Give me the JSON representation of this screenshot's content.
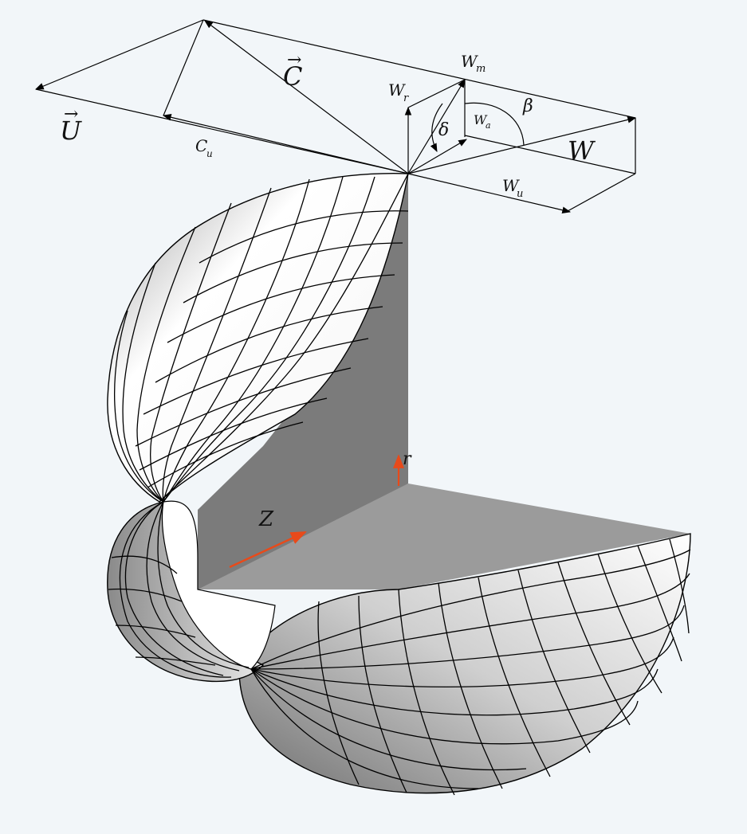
{
  "colors": {
    "background": "#f2f6f9",
    "shell_light": "#ffffff",
    "shell_dark": "#7a7a7a",
    "meridional_plane": "#777777",
    "axial_plane": "#9a9a9a",
    "axis_arrow": "#e84a1a",
    "mesh_line": "#000000"
  },
  "velocity_triangle": {
    "U": {
      "symbol": "U",
      "arrow": "→"
    },
    "C": {
      "symbol": "C",
      "arrow": "→"
    },
    "W": {
      "symbol": "W"
    },
    "Cu": {
      "base": "C",
      "subscript": "u"
    },
    "Wm": {
      "base": "W",
      "subscript": "m"
    },
    "Wr": {
      "base": "W",
      "subscript": "r"
    },
    "Wa": {
      "base": "W",
      "subscript": "a"
    },
    "Wu": {
      "base": "W",
      "subscript": "u"
    },
    "beta": "β",
    "delta": "δ"
  },
  "axes": {
    "z_label": "Z",
    "r_label": "r"
  }
}
